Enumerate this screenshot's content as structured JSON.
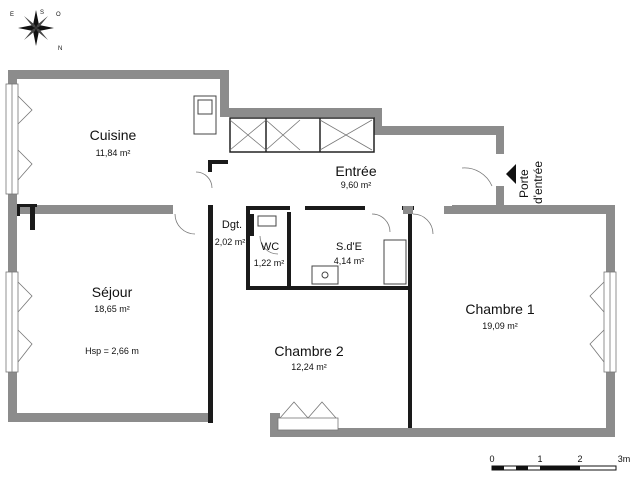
{
  "compass": {
    "n": "N",
    "s": "S",
    "e": "E",
    "w": "O"
  },
  "rooms": {
    "cuisine": {
      "name": "Cuisine",
      "area": "11,84 m²"
    },
    "entree": {
      "name": "Entrée",
      "area": "9,60 m²"
    },
    "dgt": {
      "name": "Dgt.",
      "area": "2,02 m²"
    },
    "wc": {
      "name": "WC",
      "area": "1,22 m²"
    },
    "sde": {
      "name": "S.d'E",
      "area": "4,14 m²"
    },
    "sejour": {
      "name": "Séjour",
      "area": "18,65 m²",
      "note": "Hsp = 2,66 m"
    },
    "chambre2": {
      "name": "Chambre 2",
      "area": "12,24 m²"
    },
    "chambre1": {
      "name": "Chambre 1",
      "area": "19,09 m²"
    }
  },
  "entrance": {
    "line1": "Porte",
    "line2": "d'entrée"
  },
  "scale": {
    "ticks": [
      "0",
      "1",
      "2",
      "3m"
    ]
  },
  "colors": {
    "wall": "#8c8c8c",
    "wall_dark": "#1a1a1a"
  }
}
